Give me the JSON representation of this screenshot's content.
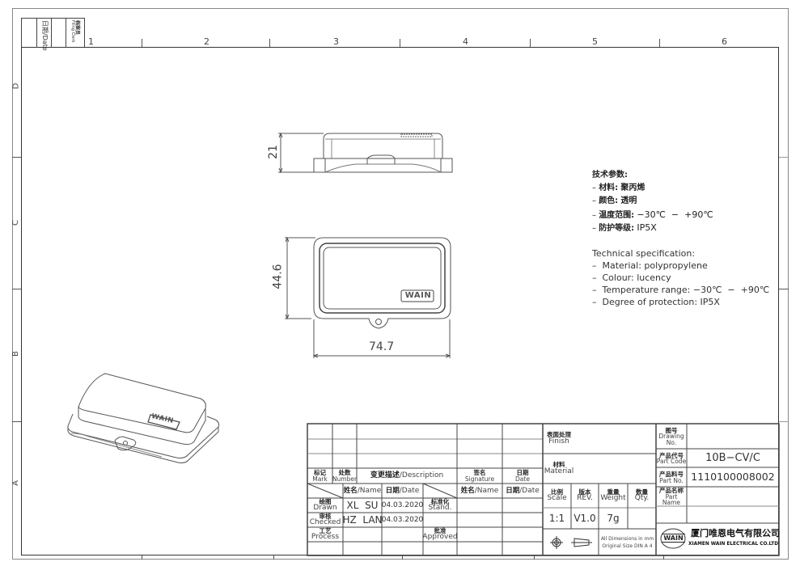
{
  "sheet": {
    "corner_header": {
      "date_label": "日期/Date",
      "filing_clerk_cn": "档案员",
      "filing_clerk_en": "Filing Clerk"
    },
    "zones_top": [
      "1",
      "2",
      "3",
      "4",
      "5",
      "6"
    ],
    "zones_side": [
      "D",
      "C",
      "B",
      "A"
    ]
  },
  "views": {
    "side_view": {
      "height_dim": "21"
    },
    "top_view": {
      "height_dim": "44.6",
      "width_dim": "74.7",
      "logo": "WAIN"
    },
    "iso_view": {
      "logo": "WAIN"
    }
  },
  "specs": {
    "cn_title": "技术参数:",
    "cn_items": [
      {
        "label": "材料:",
        "value": "聚丙烯"
      },
      {
        "label": "颜色:",
        "value": "透明"
      },
      {
        "label": "温度范围:",
        "value": "−30℃  −  +90℃"
      },
      {
        "label": "防护等级:",
        "value": "IP5X"
      }
    ],
    "en_title": "Technical specification:",
    "en_items": [
      "Material: polypropylene",
      "Colour: lucency",
      "Temperature range: −30℃  −  +90℃",
      "Degree of protection: IP5X"
    ]
  },
  "title_block": {
    "revision_header": {
      "mark_cn": "标记",
      "mark_en": "Mark",
      "number_cn": "处数",
      "number_en": "Number",
      "description_cn": "变更描述",
      "description_en": "/Description",
      "signature_cn": "签名",
      "signature_en": "Signature",
      "date_cn": "日期",
      "date_en": "Date"
    },
    "approval_header": {
      "name_cn": "姓名",
      "name_en": "/Name",
      "date_cn": "日期",
      "date_en": "/Date",
      "name2_cn": "姓名",
      "name2_en": "/Name",
      "date2_cn": "日期",
      "date2_en": "/Date"
    },
    "approvals": [
      {
        "role_cn": "绘图",
        "role_en": "Drawn",
        "name": "XL  SU",
        "date": "04.03.2020"
      },
      {
        "role_cn": "审核",
        "role_en": "Checked",
        "name": "HZ  LAN",
        "date": "04.03.2020"
      },
      {
        "role_cn": "工艺",
        "role_en": "Process",
        "name": "",
        "date": ""
      }
    ],
    "stand_cn": "标准化",
    "stand_en": "Stand.",
    "approved_cn": "批准",
    "approved_en": "Approved",
    "finish_cn": "表面处理",
    "finish_en": "Finish",
    "finish_value": "",
    "material_cn": "材料",
    "material_en": "Material",
    "material_value": "",
    "scale_cn": "比例",
    "scale_en": "Scale",
    "scale_value": "1:1",
    "rev_cn": "版本",
    "rev_en": "REV.",
    "rev_value": "V1.0",
    "weight_cn": "重量",
    "weight_en": "Weight",
    "weight_value": "7g",
    "qty_cn": "数量",
    "qty_en": "Qty.",
    "qty_value": "",
    "dimensions_note_1": "All Dimensions in mm",
    "dimensions_note_2": "Original Size DIN A 4",
    "drawing_no_cn": "图号",
    "drawing_no_en": "Drawing No.",
    "drawing_no_value": "",
    "part_code_cn": "产品代号",
    "part_code_en": "Part Code",
    "part_code_value": "10B−CV/C",
    "part_no_cn": "产品料号",
    "part_no_en": "Part No.",
    "part_no_value": "1110100008002",
    "part_name_cn": "产品名称",
    "part_name_en": "Part Name",
    "part_name_value": "",
    "company_logo": "WAIN",
    "company_cn": "厦门唯恩电气有限公司",
    "company_en": "XIAMEN WAIN ELECTRICAL CO.LTD"
  }
}
